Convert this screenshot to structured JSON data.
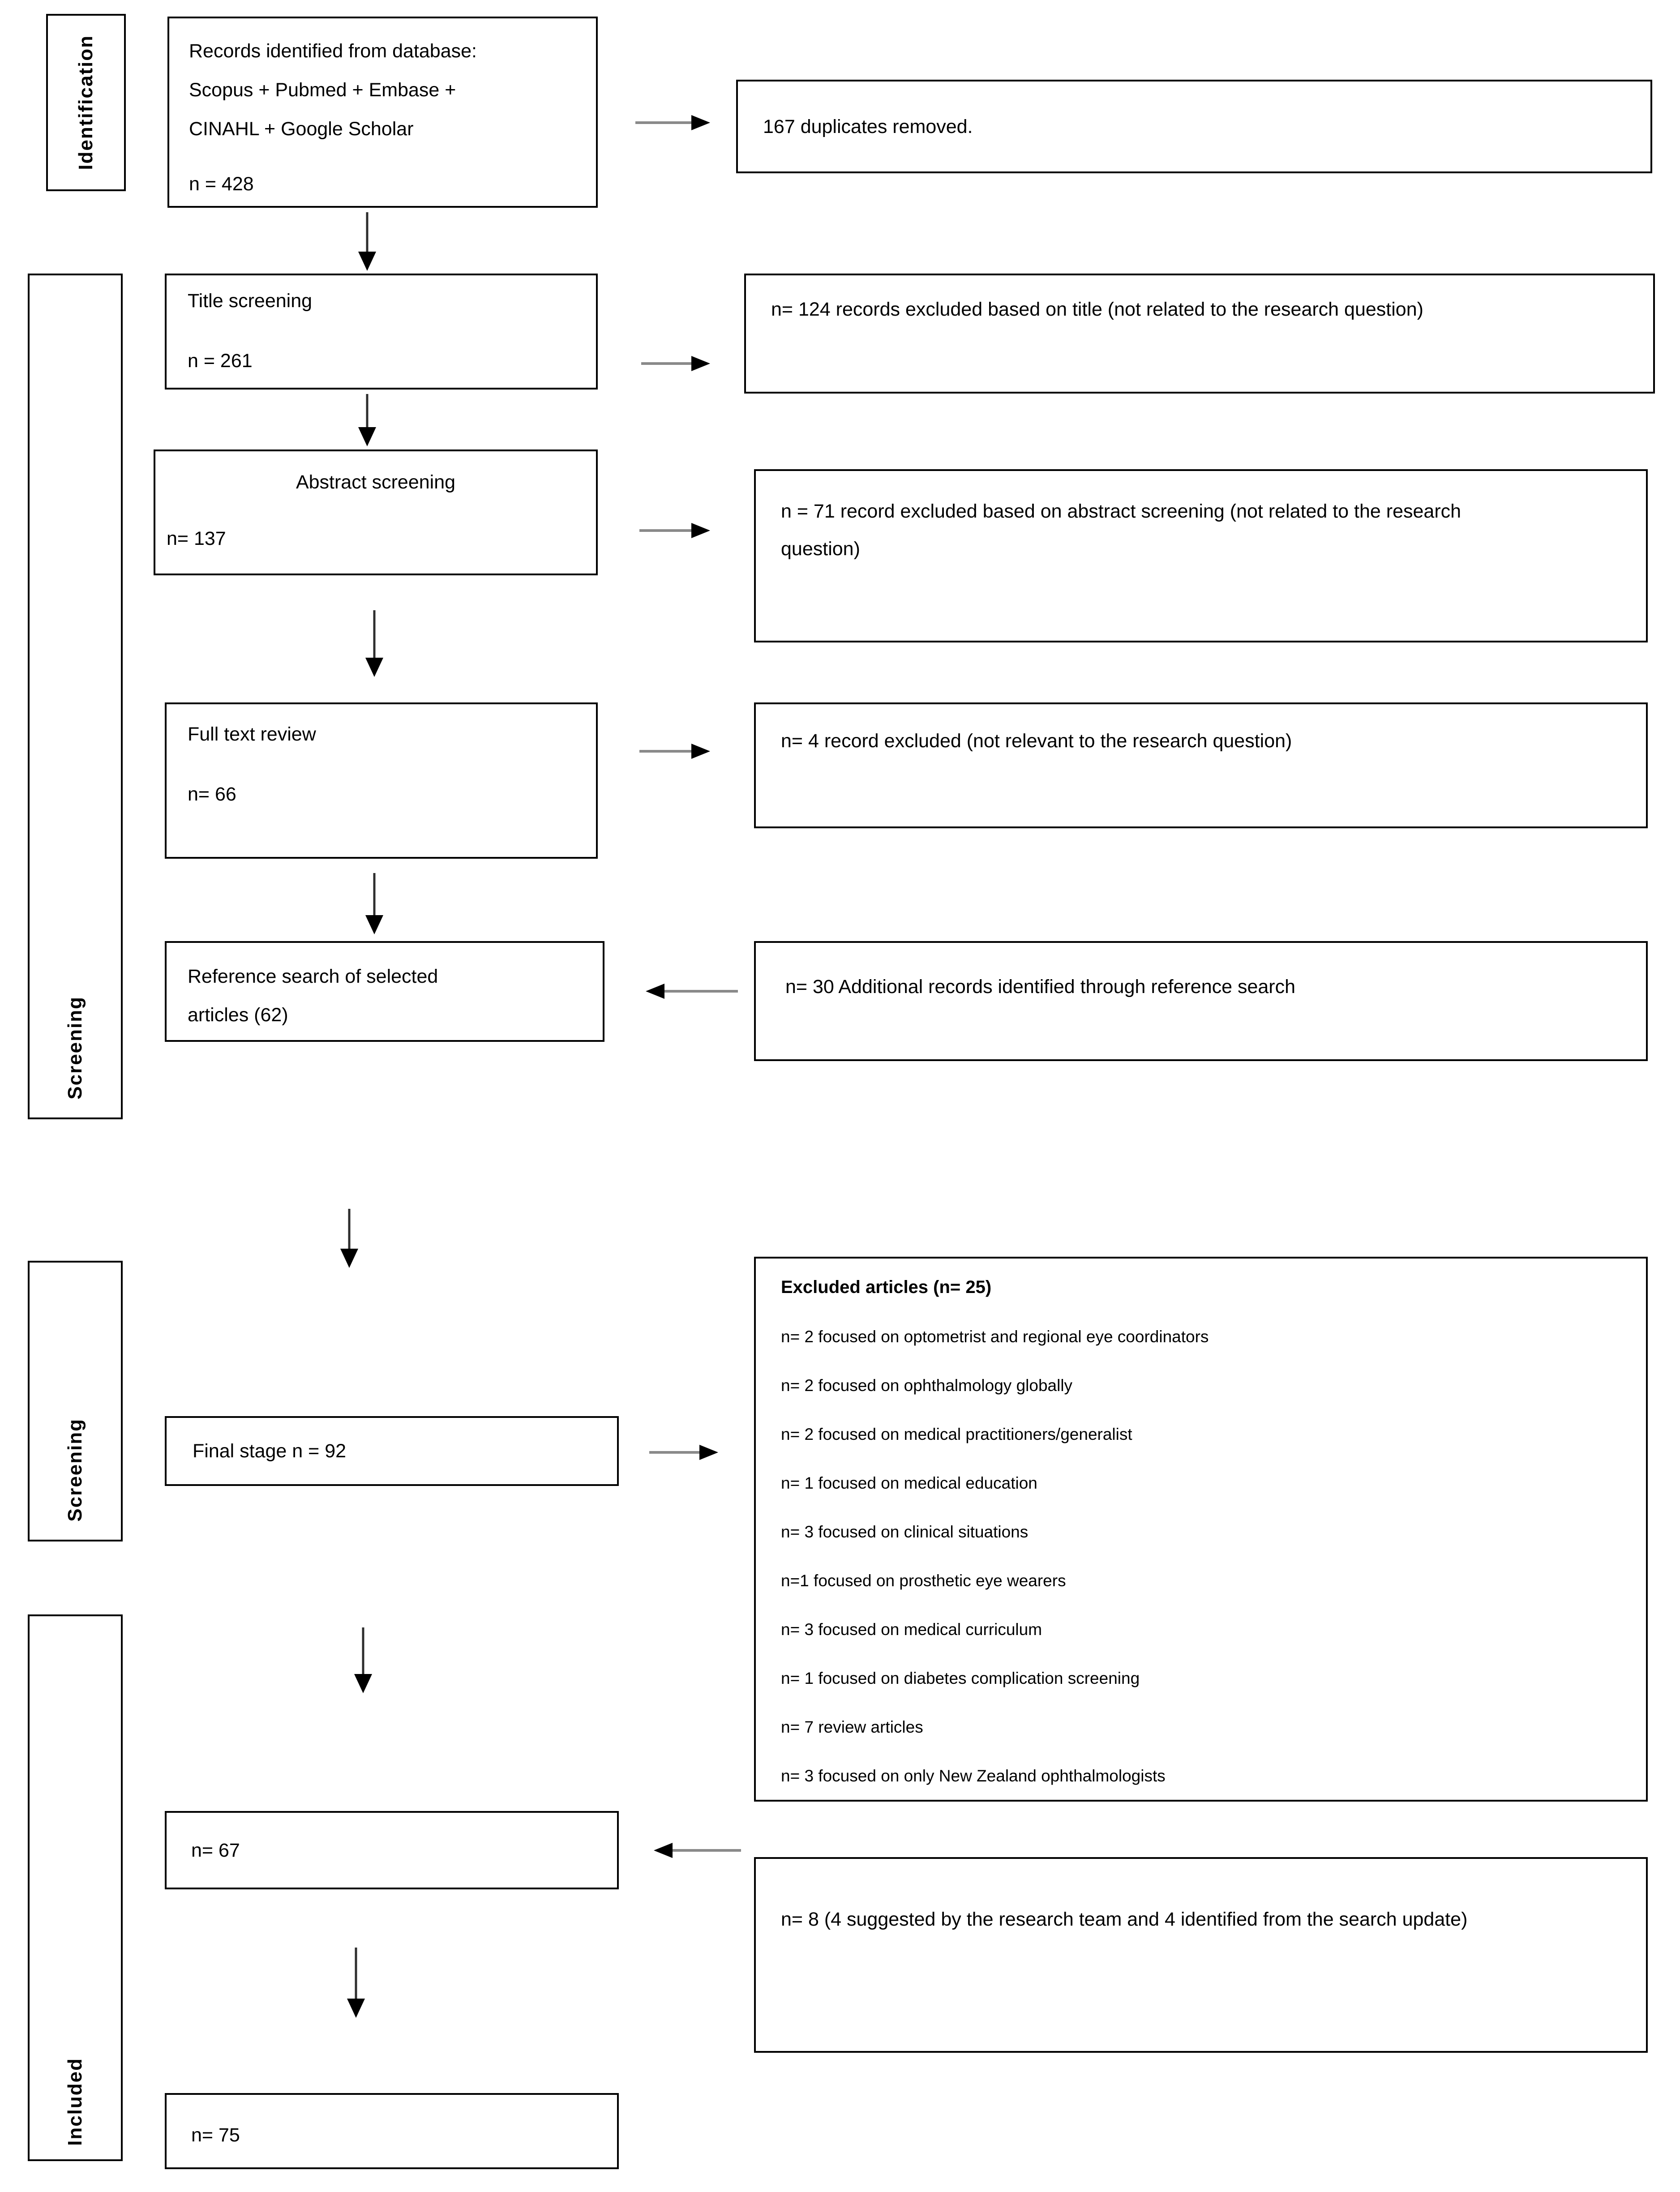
{
  "page": {
    "background": "#ffffff"
  },
  "colors": {
    "box_border": "#000000",
    "text": "#000000",
    "arrow_line_horizontal": "#8a8a8a",
    "arrow_line_vertical": "#2e2e2e",
    "arrow_head": "#000000"
  },
  "stages": {
    "identification": "Identification",
    "screening_top": "Screening",
    "screening_bottom": "Screening",
    "included": "Included"
  },
  "flow": {
    "records": {
      "line1": "Records identified from database:",
      "line2": "Scopus + Pubmed + Embase +",
      "line3": "CINAHL + Google Scholar",
      "count": "n = 428"
    },
    "title_screening": {
      "label": "Title screening",
      "count": "n = 261"
    },
    "abstract_screening": {
      "label": "Abstract screening",
      "count": "n= 137"
    },
    "full_text_review": {
      "label": "Full text review",
      "count": "n= 66"
    },
    "reference_search": {
      "line1": "Reference search of selected",
      "line2": "articles (62)"
    },
    "final_stage": {
      "label": "Final stage n = 92"
    },
    "included_interim": {
      "label": "n= 67"
    },
    "included_final": {
      "label": "n= 75"
    }
  },
  "notes": {
    "duplicates_removed": "167 duplicates removed.",
    "title_excluded": "n= 124 records excluded based on title (not related to the research question)",
    "abstract_excluded": "n = 71 record excluded based on abstract screening (not related to the research question)",
    "full_text_excluded": "n= 4 record excluded (not relevant to the research question)",
    "reference_added": "n= 30 Additional records identified through reference search",
    "search_update_added": "n= 8 (4 suggested by the research team and 4 identified from the search update)"
  },
  "excluded_articles": {
    "title": "Excluded articles (n= 25)",
    "items": [
      "n=  2 focused on optometrist and regional eye coordinators",
      "n= 2 focused on ophthalmology globally",
      "n= 2 focused on medical practitioners/generalist",
      "n= 1 focused on medical education",
      "n= 3  focused on clinical situations",
      "n=1 focused on prosthetic eye wearers",
      "n= 3 focused on medical curriculum",
      "n= 1 focused on diabetes complication screening",
      "n= 7 review articles",
      "n= 3 focused on only New Zealand ophthalmologists"
    ]
  }
}
